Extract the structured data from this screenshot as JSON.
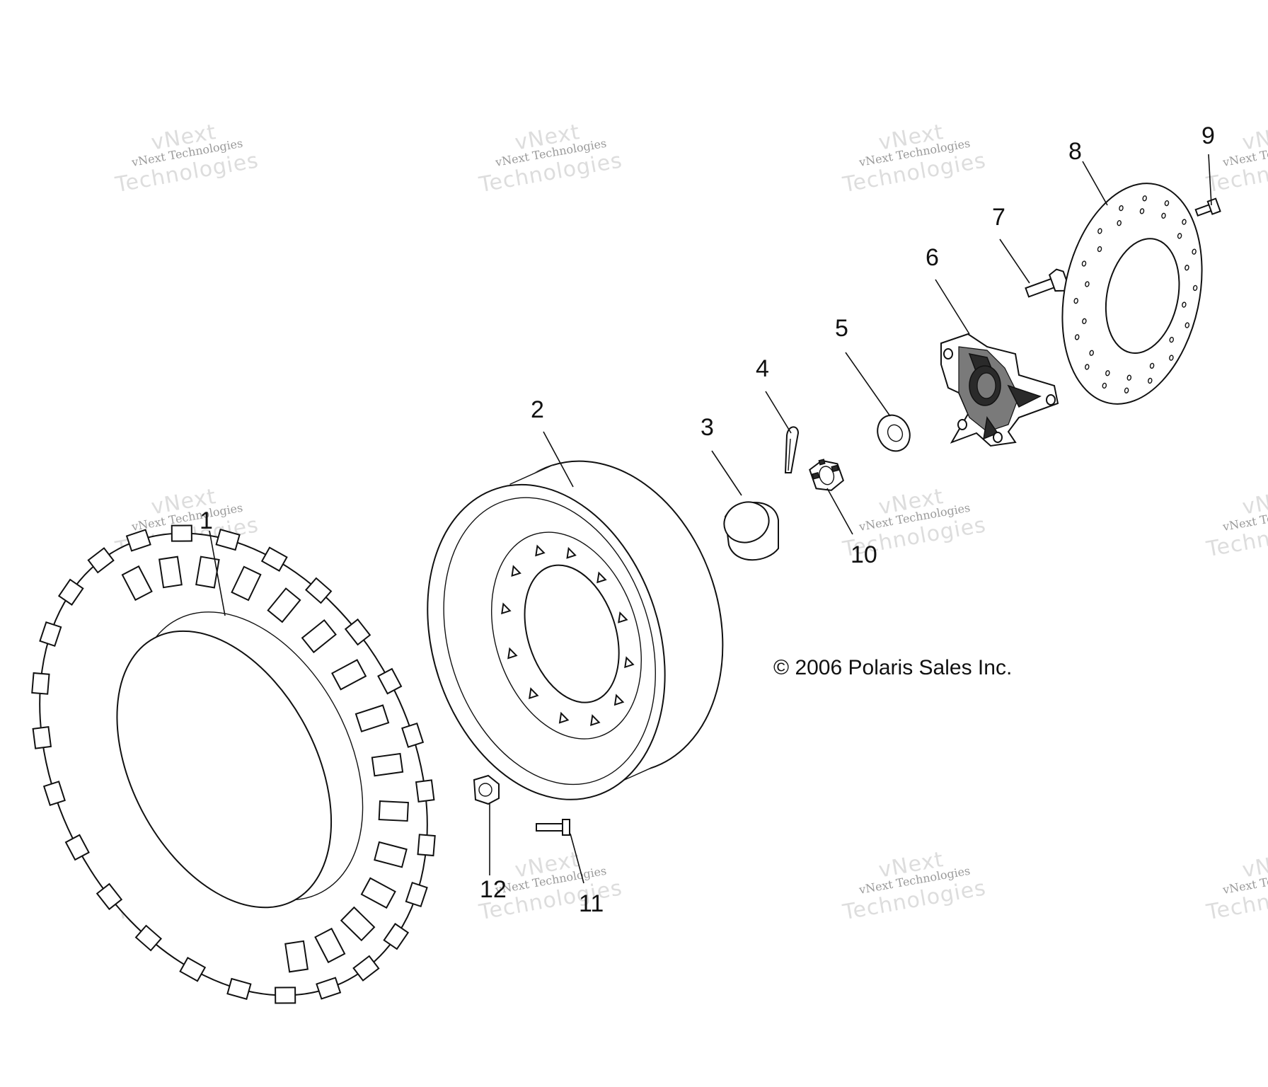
{
  "diagram": {
    "copyright": "© 2006 Polaris Sales Inc.",
    "watermark_small": "vNext Technologies",
    "watermark_big": "Technologies",
    "watermark_top": "vNext",
    "callouts": [
      "1",
      "2",
      "3",
      "4",
      "5",
      "6",
      "7",
      "8",
      "9",
      "10",
      "11",
      "12"
    ]
  }
}
